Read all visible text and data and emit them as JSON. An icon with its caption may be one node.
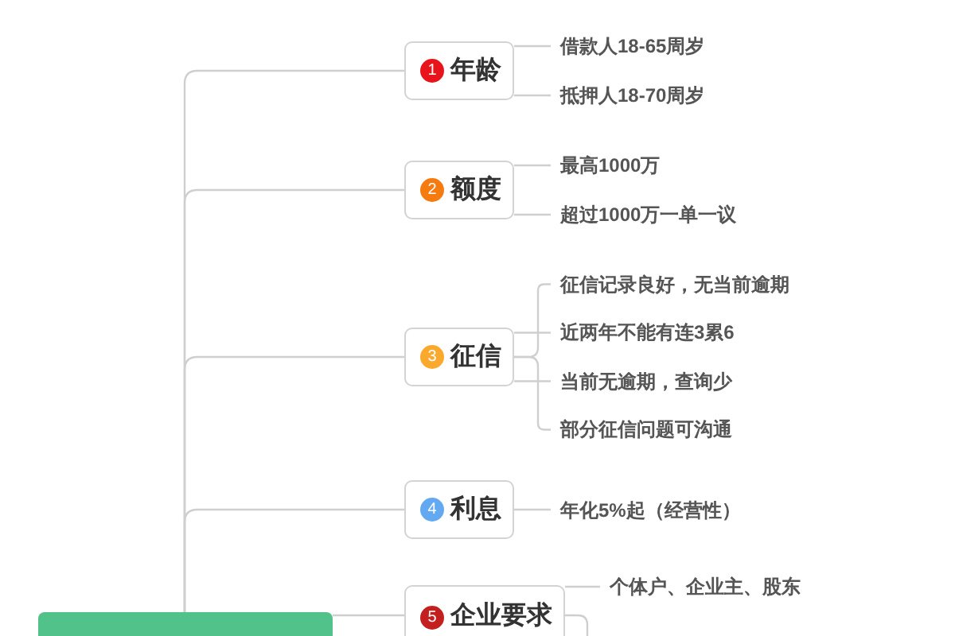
{
  "diagram": {
    "nodes": [
      {
        "text": [
          "1",
          "年龄"
        ]
      },
      {
        "text": [
          "借款人18-65周岁"
        ]
      },
      {
        "text": [
          "抵押人18-70周岁"
        ]
      },
      {
        "text": [
          "2",
          "额度"
        ]
      },
      {
        "text": [
          "最高1000万"
        ]
      },
      {
        "text": [
          "超过1000万一单一议"
        ]
      },
      {
        "text": [
          "3",
          "征信"
        ]
      },
      {
        "text": [
          "征信记录良好，无当前逾期"
        ]
      },
      {
        "text": [
          "近两年不能有连3累6"
        ]
      },
      {
        "text": [
          "当前无逾期，查询少"
        ]
      },
      {
        "text": [
          "部分征信问题可沟通"
        ]
      },
      {
        "text": [
          "4",
          "利息"
        ]
      },
      {
        "text": [
          "年化5%起（经营性）"
        ]
      },
      {
        "text": [
          "5",
          "企业要求"
        ]
      },
      {
        "text": [
          "个体户、企业主、股东"
        ]
      },
      {
        "text": [],
        "shape": "box"
      }
    ],
    "edges": [
      {
        "from": 15,
        "to": 0,
        "arrow": "none"
      },
      {
        "from": 15,
        "to": 3,
        "arrow": "none"
      },
      {
        "from": 15,
        "to": 6,
        "arrow": "none"
      },
      {
        "from": 15,
        "to": 11,
        "arrow": "none"
      },
      {
        "from": 15,
        "to": 13,
        "arrow": "none"
      },
      {
        "from": 0,
        "to": 1,
        "arrow": "none"
      },
      {
        "from": 0,
        "to": 2,
        "arrow": "none"
      },
      {
        "from": 3,
        "to": 4,
        "arrow": "none"
      },
      {
        "from": 3,
        "to": 5,
        "arrow": "none"
      },
      {
        "from": 6,
        "to": 7,
        "arrow": "none"
      },
      {
        "from": 6,
        "to": 8,
        "arrow": "none"
      },
      {
        "from": 6,
        "to": 9,
        "arrow": "none"
      },
      {
        "from": 6,
        "to": 10,
        "arrow": "none"
      },
      {
        "from": 11,
        "to": 12,
        "arrow": "none"
      },
      {
        "from": 13,
        "to": 14,
        "arrow": "none"
      },
      {
        "from": 13,
        "to": null,
        "arrow": "none"
      }
    ]
  }
}
